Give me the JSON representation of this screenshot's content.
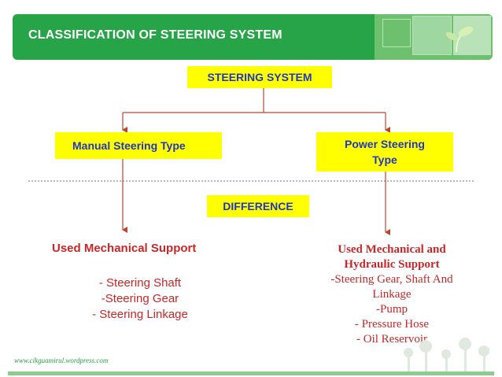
{
  "slide": {
    "title": "CLASSIFICATION OF STEERING SYSTEM",
    "footer": "www.cikguamirul.wordpress.com"
  },
  "diagram": {
    "root": "STEERING SYSTEM",
    "manual": "Manual Steering Type",
    "power_line1": "Power Steering",
    "power_line2": "Type",
    "difference": "DIFFERENCE",
    "left": {
      "heading": "Used Mechanical Support",
      "items": [
        "- Steering Shaft",
        "-Steering Gear",
        "- Steering Linkage"
      ]
    },
    "right": {
      "heading_line1": "Used Mechanical and",
      "heading_line2": "Hydraulic Support",
      "items": [
        "-Steering Gear, Shaft And",
        "Linkage",
        "-Pump",
        "- Pressure Hose",
        "- Oil Reservoir"
      ]
    }
  },
  "colors": {
    "header_green": "#27a348",
    "box_fill": "#ffff00",
    "box_text": "#1f37c8",
    "body_text": "#c62828",
    "connector": "#b5482d"
  },
  "icons": [
    "sprout-icon",
    "plant-silhouette-icon"
  ]
}
